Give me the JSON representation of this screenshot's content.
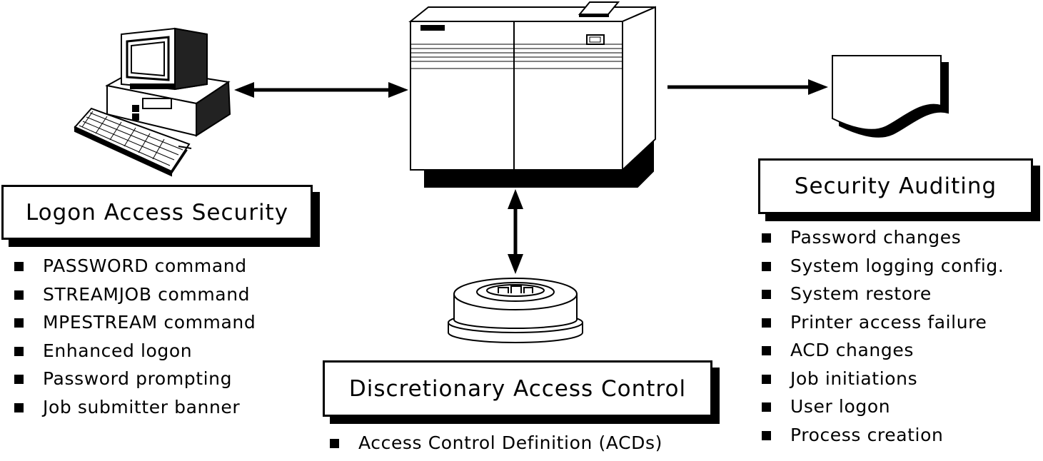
{
  "logon": {
    "title": "Logon Access Security",
    "items": [
      "PASSWORD command",
      "STREAMJOB command",
      "MPESTREAM command",
      "Enhanced logon",
      "Password prompting",
      "Job submitter banner"
    ]
  },
  "auditing": {
    "title": "Security Auditing",
    "items": [
      "Password changes",
      "System logging config.",
      "System restore",
      "Printer access failure",
      "ACD changes",
      "Job initiations",
      "User logon",
      "Process creation"
    ]
  },
  "dac": {
    "title": "Discretionary Access Control",
    "items": [
      "Access Control Definition (ACDs)"
    ]
  },
  "icons": [
    "workstation-icon",
    "mainframe-server-icon",
    "audit-document-icon",
    "disk-drive-icon"
  ]
}
